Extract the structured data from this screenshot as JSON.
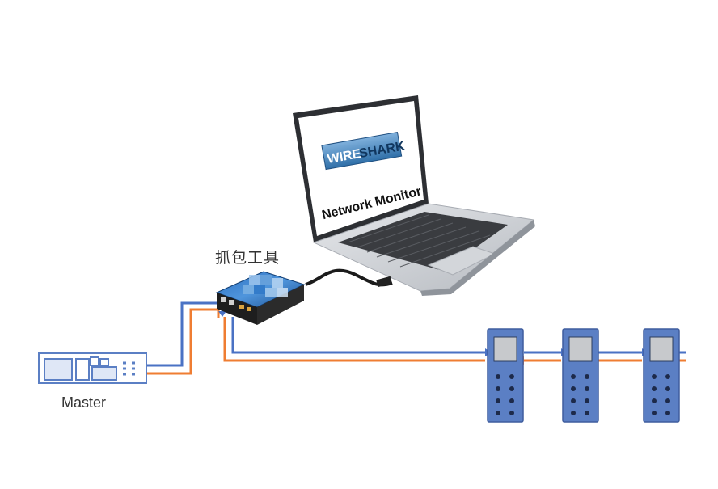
{
  "labels": {
    "capture_tool": "抓包工具",
    "master": "Master",
    "screen_logo_left": "WIRE",
    "screen_logo_right": "SHARK",
    "screen_caption": "Network Monitor"
  },
  "colors": {
    "link_blue": "#4a72c4",
    "link_orange": "#ef7d32",
    "device_fill": "#5b7fc4",
    "device_stroke": "#3f5d9e",
    "tap_body": "#1f5fa8",
    "laptop_silver": "#c9ccd1"
  },
  "icons": {
    "laptop": "laptop-icon",
    "tap": "network-tap-icon",
    "master": "plc-rack-icon",
    "slave": "slave-device-icon"
  }
}
